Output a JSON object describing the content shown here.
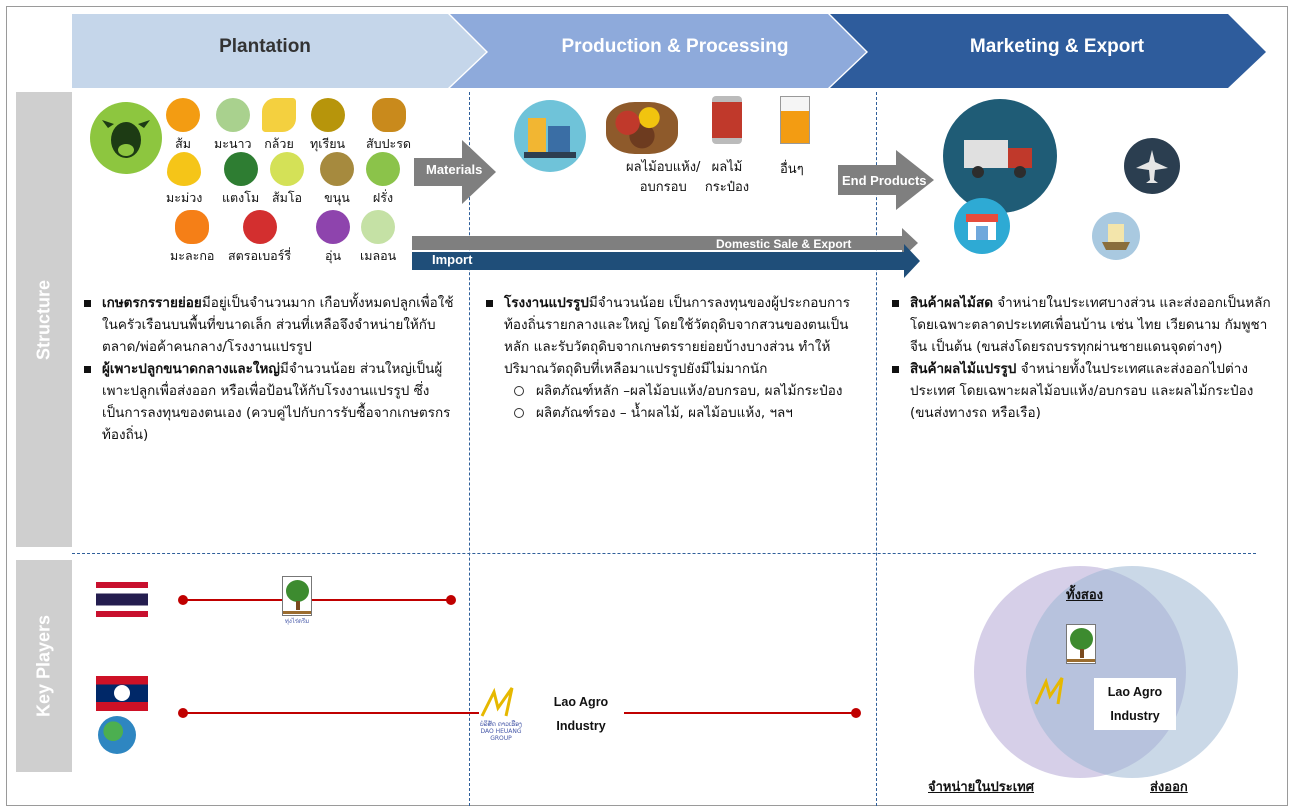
{
  "header": {
    "col1": "Plantation",
    "col2": "Production & Processing",
    "col3": "Marketing & Export"
  },
  "side": {
    "structure": "Structure",
    "key_players": "Key Players"
  },
  "fruits": [
    {
      "label": "ส้ม",
      "color": "#f39c12"
    },
    {
      "label": "มะนาว",
      "color": "#a9d18e"
    },
    {
      "label": "กล้วย",
      "color": "#f4d03f"
    },
    {
      "label": "ทุเรียน",
      "color": "#b7950b"
    },
    {
      "label": "สับปะรด",
      "color": "#c98a1c"
    },
    {
      "label": "มะม่วง",
      "color": "#f5c518"
    },
    {
      "label": "แตงโม",
      "color": "#2e7d32"
    },
    {
      "label": "ส้มโอ",
      "color": "#d4e157"
    },
    {
      "label": "ขนุน",
      "color": "#a68a3e"
    },
    {
      "label": "ฝรั่ง",
      "color": "#8bc34a"
    },
    {
      "label": "มะละกอ",
      "color": "#f57f17"
    },
    {
      "label": "สตรอเบอร์รี่",
      "color": "#d32f2f"
    },
    {
      "label": "อุ่น",
      "color": "#8e44ad"
    },
    {
      "label": "เมลอน",
      "color": "#c5e1a5"
    }
  ],
  "products": [
    {
      "line1": "ผลไม้อบแห้ง/",
      "line2": "อบกรอบ"
    },
    {
      "line1": "ผลไม้",
      "line2": "กระป๋อง"
    },
    {
      "line1": "อื่นๆ",
      "line2": ""
    }
  ],
  "arrows": {
    "materials": "Materials",
    "end_products": "End Products",
    "domestic": "Domestic Sale & Export",
    "import": "Import"
  },
  "col1_text": {
    "b1_bold": "เกษตรกรรายย่อย",
    "b1_rest": "มีอยู่เป็นจำนวนมาก เกือบทั้งหมดปลูกเพื่อใช้ในครัวเรือนบนพื้นที่ขนาดเล็ก ส่วนที่เหลือจึงจำหน่ายให้กับตลาด/พ่อค้าคนกลาง/โรงงานแปรรูป",
    "b2_bold": "ผู้เพาะปลูกขนาดกลางและใหญ่",
    "b2_rest": "มีจำนวนน้อย ส่วนใหญ่เป็นผู้เพาะปลูกเพื่อส่งออก หรือเพื่อป้อนให้กับโรงงานแปรรูป ซึ่งเป็นการลงทุนของตนเอง (ควบคู่ไปกับการรับซื้อจากเกษตรกรท้องถิ่น)"
  },
  "col2_text": {
    "b1_bold": "โรงงานแปรรูป",
    "b1_rest": "มีจำนวนน้อย เป็นการลงทุนของผู้ประกอบการท้องถิ่นรายกลางและใหญ่ โดยใช้วัตถุดิบจากสวนของตนเป็นหลัก และรับวัตถุดิบจากเกษตรรายย่อยบ้างบางส่วน ทำให้ปริมาณวัตถุดิบที่เหลือมาแปรรูปยังมีไม่มากนัก",
    "sub1": "ผลิตภัณฑ์หลัก –ผลไม้อบแห้ง/อบกรอบ, ผลไม้กระป๋อง",
    "sub2": "ผลิตภัณฑ์รอง – น้ำผลไม้, ผลไม้อบแห้ง, ฯลฯ"
  },
  "col3_text": {
    "b1_bold": "สินค้าผลไม้สด",
    "b1_rest": " จำหน่ายในประเทศบางส่วน และส่งออกเป็นหลัก โดยเฉพาะตลาดประเทศเพื่อนบ้าน เช่น ไทย เวียดนาม กัมพูชา จีน เป็นต้น (ขนส่งโดยรถบรรทุกผ่านชายแดนจุดต่างๆ)",
    "b2_bold": "สินค้าผลไม้แปรรูป",
    "b2_rest": " จำหน่ายทั้งในประเทศและส่งออกไปต่างประเทศ โดยเฉพาะผลไม้อบแห้ง/อบกรอบ และผลไม้กระป๋อง (ขนส่งทางรถ หรือเรือ)"
  },
  "key_players": {
    "lao_agro_1": "Lao Agro",
    "lao_agro_2": "Industry",
    "venn_top": "ทั้งสอง",
    "venn_left": "จำหน่ายในประเทศ",
    "venn_right": "ส่งออก",
    "tree_logo_text": "ทุ่งไร่ดรีม",
    "dl_logo_text_1": "ບໍລິສັດ ດາວເຮືອງ",
    "dl_logo_text_2": "DAO HEUANG GROUP"
  },
  "colors": {
    "header1": "#c5d6ea",
    "header2": "#8eaadb",
    "header3": "#2e5c9c",
    "side_gray": "#cfcfcf",
    "dash_blue": "#2f5f9a",
    "red": "#c00000",
    "navy": "#1f4e79"
  }
}
